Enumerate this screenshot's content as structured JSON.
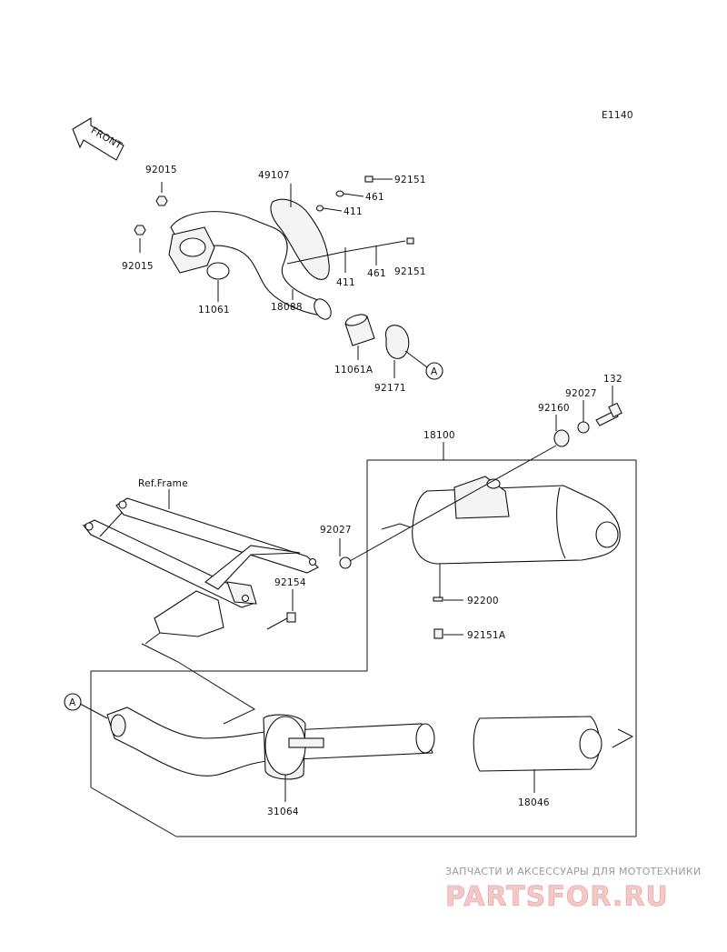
{
  "diagram_code": "E1140",
  "front_marker": "FRONT",
  "callouts": [
    {
      "id": "c92015a",
      "text": "92015"
    },
    {
      "id": "c92015b",
      "text": "92015"
    },
    {
      "id": "c11061",
      "text": "11061"
    },
    {
      "id": "c49107",
      "text": "49107"
    },
    {
      "id": "c92151a",
      "text": "92151"
    },
    {
      "id": "c461a",
      "text": "461"
    },
    {
      "id": "c411a",
      "text": "411"
    },
    {
      "id": "c411b",
      "text": "411"
    },
    {
      "id": "c461b",
      "text": "461"
    },
    {
      "id": "c92151b",
      "text": "92151"
    },
    {
      "id": "c18088",
      "text": "18088"
    },
    {
      "id": "c11061A",
      "text": "11061A"
    },
    {
      "id": "c92171",
      "text": "92171"
    },
    {
      "id": "cA1",
      "text": "A"
    },
    {
      "id": "c132",
      "text": "132"
    },
    {
      "id": "c92027a",
      "text": "92027"
    },
    {
      "id": "c92160",
      "text": "92160"
    },
    {
      "id": "c18100",
      "text": "18100"
    },
    {
      "id": "cRef",
      "text": "Ref.Frame"
    },
    {
      "id": "c92027b",
      "text": "92027"
    },
    {
      "id": "c92154",
      "text": "92154"
    },
    {
      "id": "c92200",
      "text": "92200"
    },
    {
      "id": "c92151A",
      "text": "92151A"
    },
    {
      "id": "cA2",
      "text": "A"
    },
    {
      "id": "c31064",
      "text": "31064"
    },
    {
      "id": "c18046",
      "text": "18046"
    }
  ],
  "watermark": {
    "tagline": "ЗАПЧАСТИ И АКСЕССУАРЫ ДЛЯ МОТОТЕХНИКИ",
    "logo": "PARTSFOR.RU"
  }
}
